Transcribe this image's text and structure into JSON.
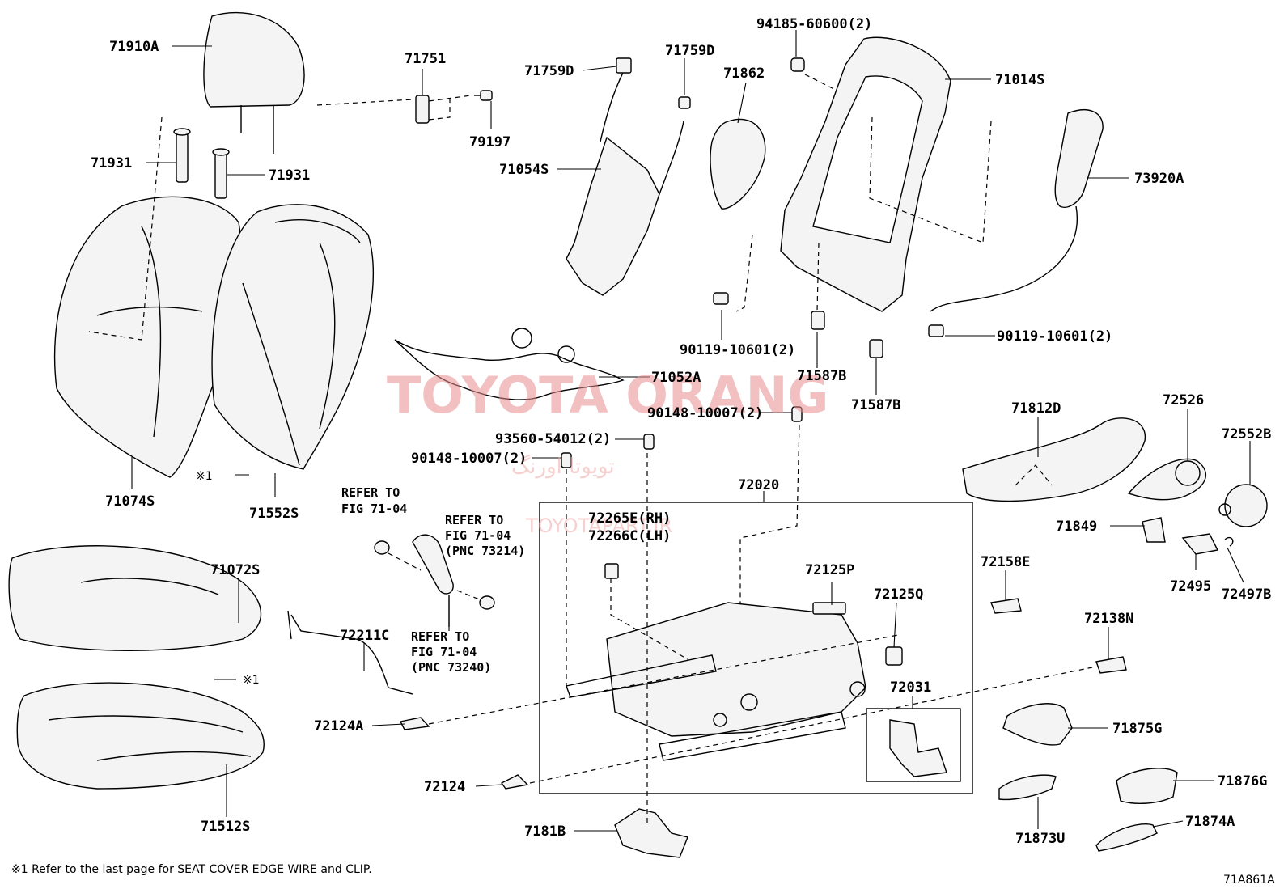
{
  "labels": {
    "p71910A": "71910A",
    "p71931a": "71931",
    "p71931b": "71931",
    "p71074S": "71074S",
    "p71552S": "71552S",
    "p71751": "71751",
    "p79197": "79197",
    "p71759Da": "71759D",
    "p71759Db": "71759D",
    "p71054S": "71054S",
    "p71862": "71862",
    "p94185": "94185-60600(2)",
    "p71014S": "71014S",
    "p73920A": "73920A",
    "p90119a": "90119-10601(2)",
    "p90119b": "90119-10601(2)",
    "p71587Ba": "71587B",
    "p71587Bb": "71587B",
    "p71052A": "71052A",
    "p90148a": "90148-10007(2)",
    "p90148b": "90148-10007(2)",
    "p93560": "93560-54012(2)",
    "p72020": "72020",
    "p72265E": "72265E(RH)",
    "p72266C": "72266C(LH)",
    "p72125P": "72125P",
    "p72125Q": "72125Q",
    "p72031": "72031",
    "p72158E": "72158E",
    "p72138N": "72138N",
    "p71812D": "71812D",
    "p72526": "72526",
    "p72552B": "72552B",
    "p71849": "71849",
    "p72495": "72495",
    "p72497B": "72497B",
    "p71875G": "71875G",
    "p71876G": "71876G",
    "p71873U": "71873U",
    "p71874A": "71874A",
    "p71072S": "71072S",
    "p71512S": "71512S",
    "p72211C": "72211C",
    "p72124A": "72124A",
    "p72124": "72124",
    "p7181B": "7181B"
  },
  "refs": {
    "r1l1": "REFER TO",
    "r1l2": "FIG 71-04",
    "r2l1": "REFER TO",
    "r2l2": "FIG 71-04",
    "r2l3": "(PNC 73214)",
    "r3l1": "REFER TO",
    "r3l2": "FIG 71-04",
    "r3l3": "(PNC 73240)"
  },
  "marks": {
    "m1": "※1",
    "m2": "※1"
  },
  "footnote": "※1 Refer to the last page for SEAT COVER EDGE WIRE and CLIP.",
  "diagram_code": "71A861A",
  "watermark": {
    "title": "TOYOTA ORANG",
    "persian": "تویوتا اورنگ",
    "site": "TOYOTAPART.IR"
  }
}
